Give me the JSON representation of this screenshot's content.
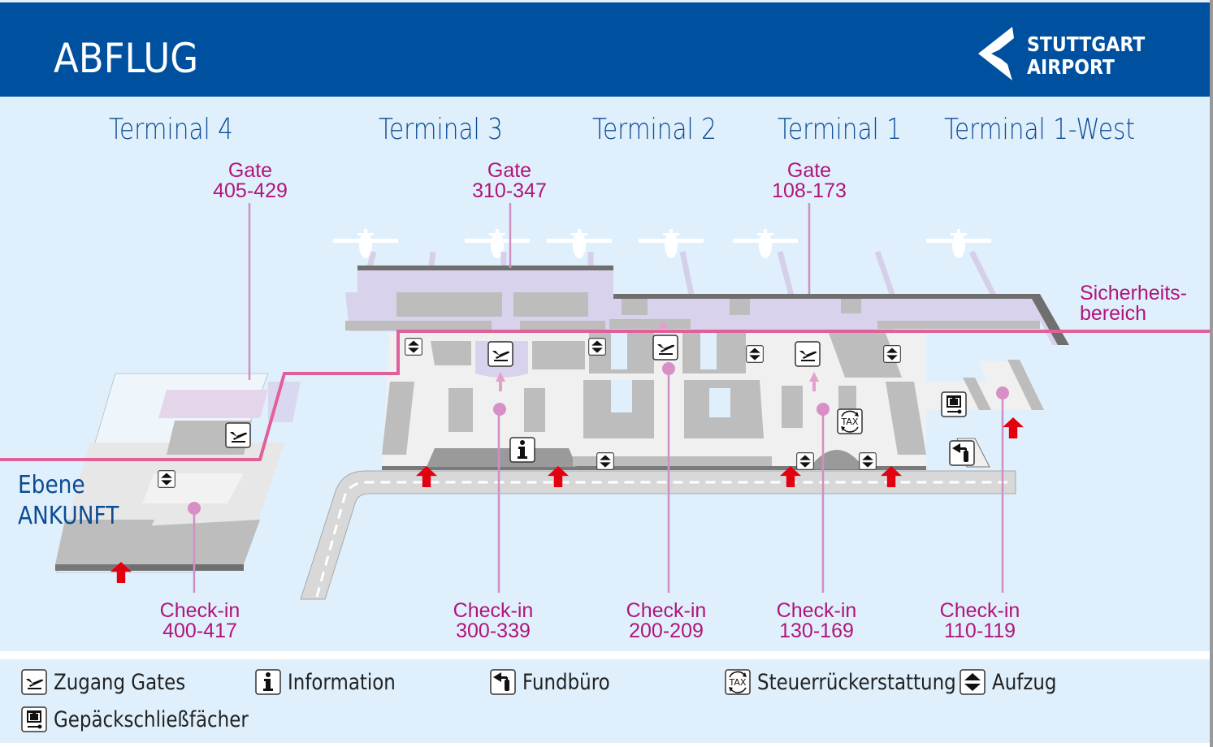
{
  "header": {
    "title": "ABFLUG",
    "logo": {
      "line1": "STUTTGART",
      "line2": "AIRPORT"
    }
  },
  "colors": {
    "header_bg": "#0050a0",
    "map_bg": "#dff0fc",
    "terminal_label": "#0d4c94",
    "label_magenta": "#b0157b",
    "security_line": "#e0609a",
    "entrance_arrow": "#e3000f",
    "building_gray": "#bdbdbd",
    "security_area": "#d8d2ec"
  },
  "map": {
    "terminals": [
      {
        "label": "Terminal 4"
      },
      {
        "label": "Terminal 3"
      },
      {
        "label": "Terminal 2"
      },
      {
        "label": "Terminal 1"
      },
      {
        "label": "Terminal 1-West"
      }
    ],
    "gates": [
      {
        "label": "Gate",
        "range": "405-429"
      },
      {
        "label": "Gate",
        "range": "310-347"
      },
      {
        "label": "Gate",
        "range": "108-173"
      }
    ],
    "checkins": [
      {
        "label": "Check-in",
        "range": "400-417"
      },
      {
        "label": "Check-in",
        "range": "300-339"
      },
      {
        "label": "Check-in",
        "range": "200-209"
      },
      {
        "label": "Check-in",
        "range": "130-169"
      },
      {
        "label": "Check-in",
        "range": "110-119"
      }
    ],
    "security": {
      "line1": "Sicherheits-",
      "line2": "bereich"
    },
    "level": {
      "line1": "Ebene",
      "line2": "ANKUNFT"
    },
    "tax_icon_text": "TAX"
  },
  "legend": [
    {
      "icon": "gate-access-icon",
      "label": "Zugang Gates"
    },
    {
      "icon": "information-icon",
      "label": "Information"
    },
    {
      "icon": "lost-and-found-icon",
      "label": "Fundbüro"
    },
    {
      "icon": "tax-refund-icon",
      "label": "Steuerrückerstattung"
    },
    {
      "icon": "elevator-icon",
      "label": "Aufzug"
    },
    {
      "icon": "luggage-locker-icon",
      "label": "Gepäckschließfächer"
    }
  ]
}
